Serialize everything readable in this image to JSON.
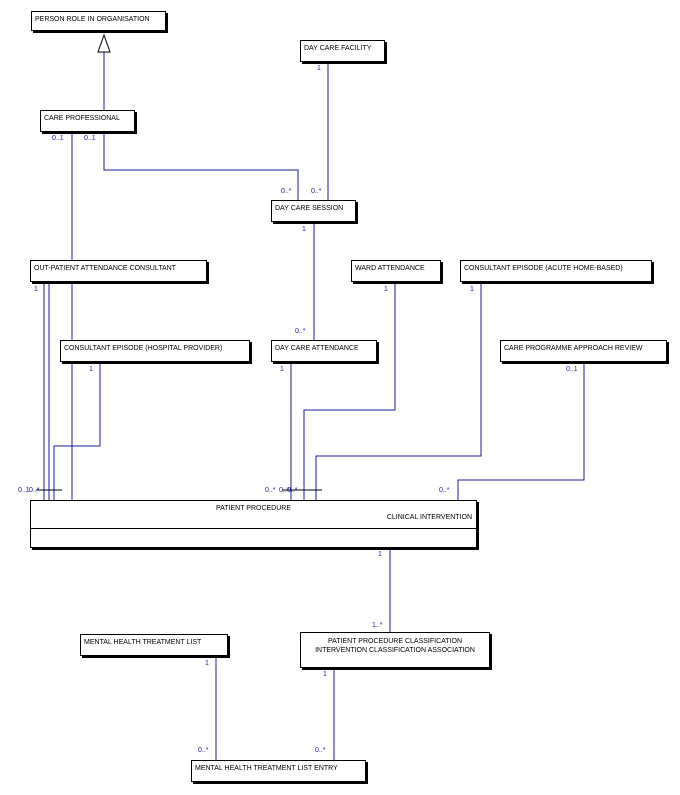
{
  "colors": {
    "association_line": "#1a1a9c",
    "border": "#000000",
    "multiplicity_text": "#1a1a9c"
  },
  "entities": {
    "person_role": "PERSON ROLE IN ORGANISATION",
    "care_professional": "CARE PROFESSIONAL",
    "day_care_facility": "DAY CARE FACILITY",
    "day_care_session": "DAY CARE SESSION",
    "out_patient_attendance_consultant": "OUT-PATIENT ATTENDANCE CONSULTANT",
    "ward_attendance": "WARD ATTENDANCE",
    "consultant_episode_acute": "CONSULTANT EPISODE (ACUTE HOME-BASED)",
    "consultant_episode_hospital": "CONSULTANT EPISODE (HOSPITAL PROVIDER)",
    "day_care_attendance": "DAY CARE ATTENDANCE",
    "care_programme_review": "CARE PROGRAMME APPROACH REVIEW",
    "patient_procedure": "PATIENT PROCEDURE",
    "patient_procedure_subtype": "CLINICAL INTERVENTION",
    "mental_health_treatment_list": "MENTAL HEALTH TREATMENT LIST",
    "pp_classification_line1": "PATIENT PROCEDURE CLASSIFICATION",
    "pp_classification_line2": "INTERVENTION CLASSIFICATION ASSOCIATION",
    "mental_health_treatment_list_entry": "MENTAL HEALTH TREATMENT LIST ENTRY"
  },
  "multiplicities": {
    "cp_left": "0..1",
    "cp_right": "0..1",
    "dcf_bottom": "1",
    "dcs_left": "0..*",
    "dcs_right": "0..*",
    "dcs_bottom": "1",
    "opac": "1",
    "ward": "1",
    "ceah": "1",
    "cehp": "1",
    "dca_top": "0..*",
    "dca_bottom": "1",
    "cpar": "0..1",
    "pp_top_left": "0..1",
    "pp_top_left2": "0..*",
    "pp_top_mid": "0..*",
    "pp_top_mid2": "0..*",
    "pp_top_mid3": "0..*",
    "pp_top_right": "0..*",
    "pp_bottom": "1",
    "ppc_top": "1..*",
    "ppc_bottom": "1",
    "mhtl_bottom": "1",
    "mhtle_left": "0..*",
    "mhtle_right": "0..*"
  }
}
